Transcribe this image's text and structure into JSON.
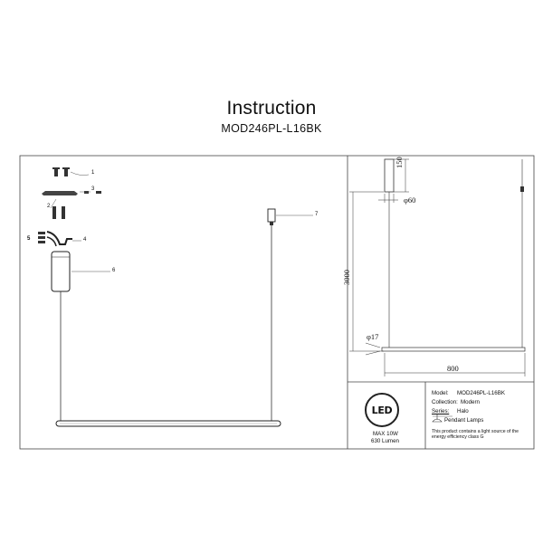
{
  "header": {
    "title": "Instruction",
    "model_code": "MOD246PL-L16BK"
  },
  "callouts": [
    "1",
    "2",
    "3",
    "4",
    "5",
    "6",
    "7"
  ],
  "dimensions": {
    "height_top": "150",
    "diameter_top": "φ60",
    "height_total": "3000",
    "diameter_bar": "φ17",
    "width": "800"
  },
  "spec_table": {
    "led_logo": "LED",
    "power": "MAX 10W",
    "lumen": "630 Lumen",
    "model_label": "Model:",
    "model_value": "MOD246PL-L16BK",
    "collection_label": "Collection:",
    "collection_value": "Modern",
    "series_label": "Series:",
    "series_value": "Halo",
    "type_value": "Pendant Lamps",
    "note": "This product contains a light source of the energy efficiency class G"
  }
}
